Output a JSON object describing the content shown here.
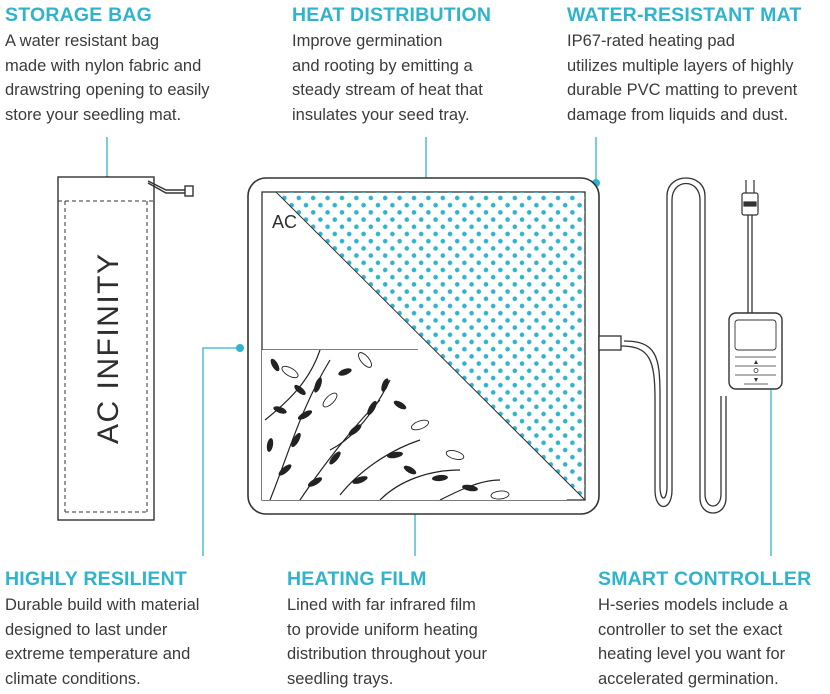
{
  "features": {
    "storage_bag": {
      "title": "STORAGE BAG",
      "text": "A water resistant bag\nmade with nylon fabric and\ndrawstring opening to easily\nstore your seedling mat."
    },
    "heat_distribution": {
      "title": "HEAT DISTRIBUTION",
      "text": "Improve germination\nand rooting by emitting a\nsteady stream of heat that\ninsulates your seed tray."
    },
    "water_resistant_mat": {
      "title": "WATER-RESISTANT MAT",
      "text": "IP67-rated heating pad\nutilizes multiple layers of highly\ndurable PVC matting to prevent\ndamage from liquids and dust."
    },
    "highly_resilient": {
      "title": "HIGHLY RESILIENT",
      "text": "Durable build with material\ndesigned to last under\nextreme temperature and\nclimate conditions."
    },
    "heating_film": {
      "title": "HEATING FILM",
      "text": "Lined with far infrared film\nto provide uniform heating\ndistribution throughout your\nseedling trays."
    },
    "smart_controller": {
      "title": "SMART CONTROLLER",
      "text": "H-series models include a\ncontroller to set the exact\nheating level you want for\naccelerated germination."
    }
  },
  "illustration": {
    "bag_label": "AC INFINITY",
    "mat_label": "AC"
  },
  "colors": {
    "accent": "#2fb3cf",
    "text": "#3b3b3b",
    "outline": "#333333"
  },
  "icons": {
    "controller_up": "triangle-up-icon",
    "controller_power": "power-icon",
    "controller_down": "triangle-down-icon",
    "plug": "power-plug-icon"
  }
}
